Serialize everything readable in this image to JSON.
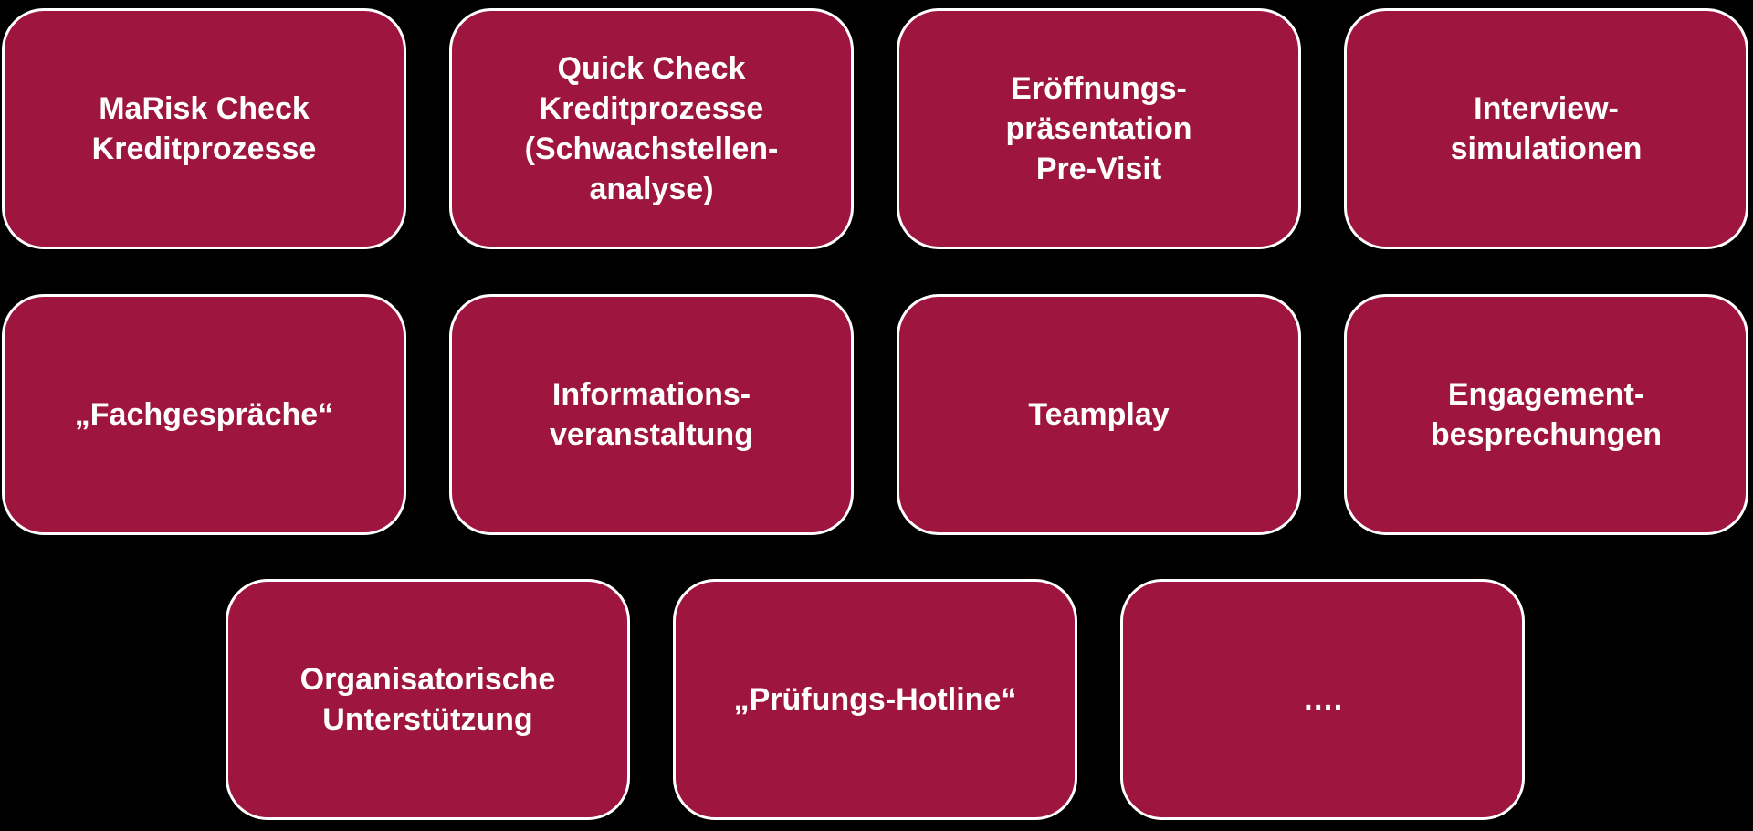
{
  "colors": {
    "background": "#000000",
    "tile_fill": "#9e1540",
    "tile_border": "#ffffff",
    "text": "#ffffff"
  },
  "tiles": [
    "MaRisk Check\nKreditprozesse",
    "Quick Check\nKreditprozesse\n(Schwachstellen-\nanalyse)",
    "Eröffnungs-\npräsentation\nPre-Visit",
    "Interview-\nsimulationen",
    "„Fachgespräche“",
    "Informations-\nveranstaltung",
    "Teamplay",
    "Engagement-\nbesprechungen",
    "Organisatorische\nUnterstützung",
    "„Prüfungs-Hotline“",
    "…."
  ]
}
